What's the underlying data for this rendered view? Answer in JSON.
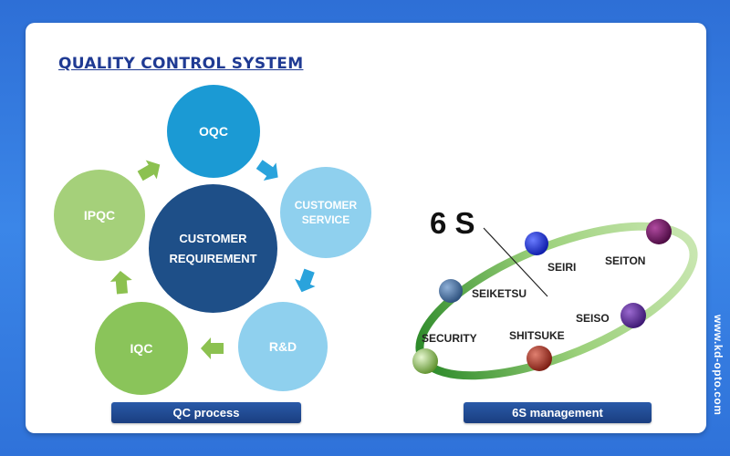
{
  "title": "QUALITY CONTROL SYSTEM",
  "qc": {
    "center": [
      "CUSTOMER",
      "REQUIREMENT"
    ],
    "oqc": "OQC",
    "customer_service": [
      "CUSTOMER",
      "SERVICE"
    ],
    "rd": "R&D",
    "iqc": "IQC",
    "ipqc": "IPQC",
    "label": "QC process"
  },
  "sixs": {
    "title": "6 S",
    "items": {
      "seiri": "SEIRI",
      "seiton": "SEITON",
      "seiketsu": "SEIKETSU",
      "seiso": "SEISO",
      "security": "SECURITY",
      "shitsuke": "SHITSUKE"
    },
    "label": "6S management"
  },
  "website": "www.kd-opto.com",
  "colors": {
    "dark_blue": "#1e4f88",
    "light_blue": "#8fd0ee",
    "blue": "#1b9ad4",
    "green": "#8ac45a",
    "arrow_blue": "#2aa3dc",
    "arrow_green": "#8cc150"
  }
}
